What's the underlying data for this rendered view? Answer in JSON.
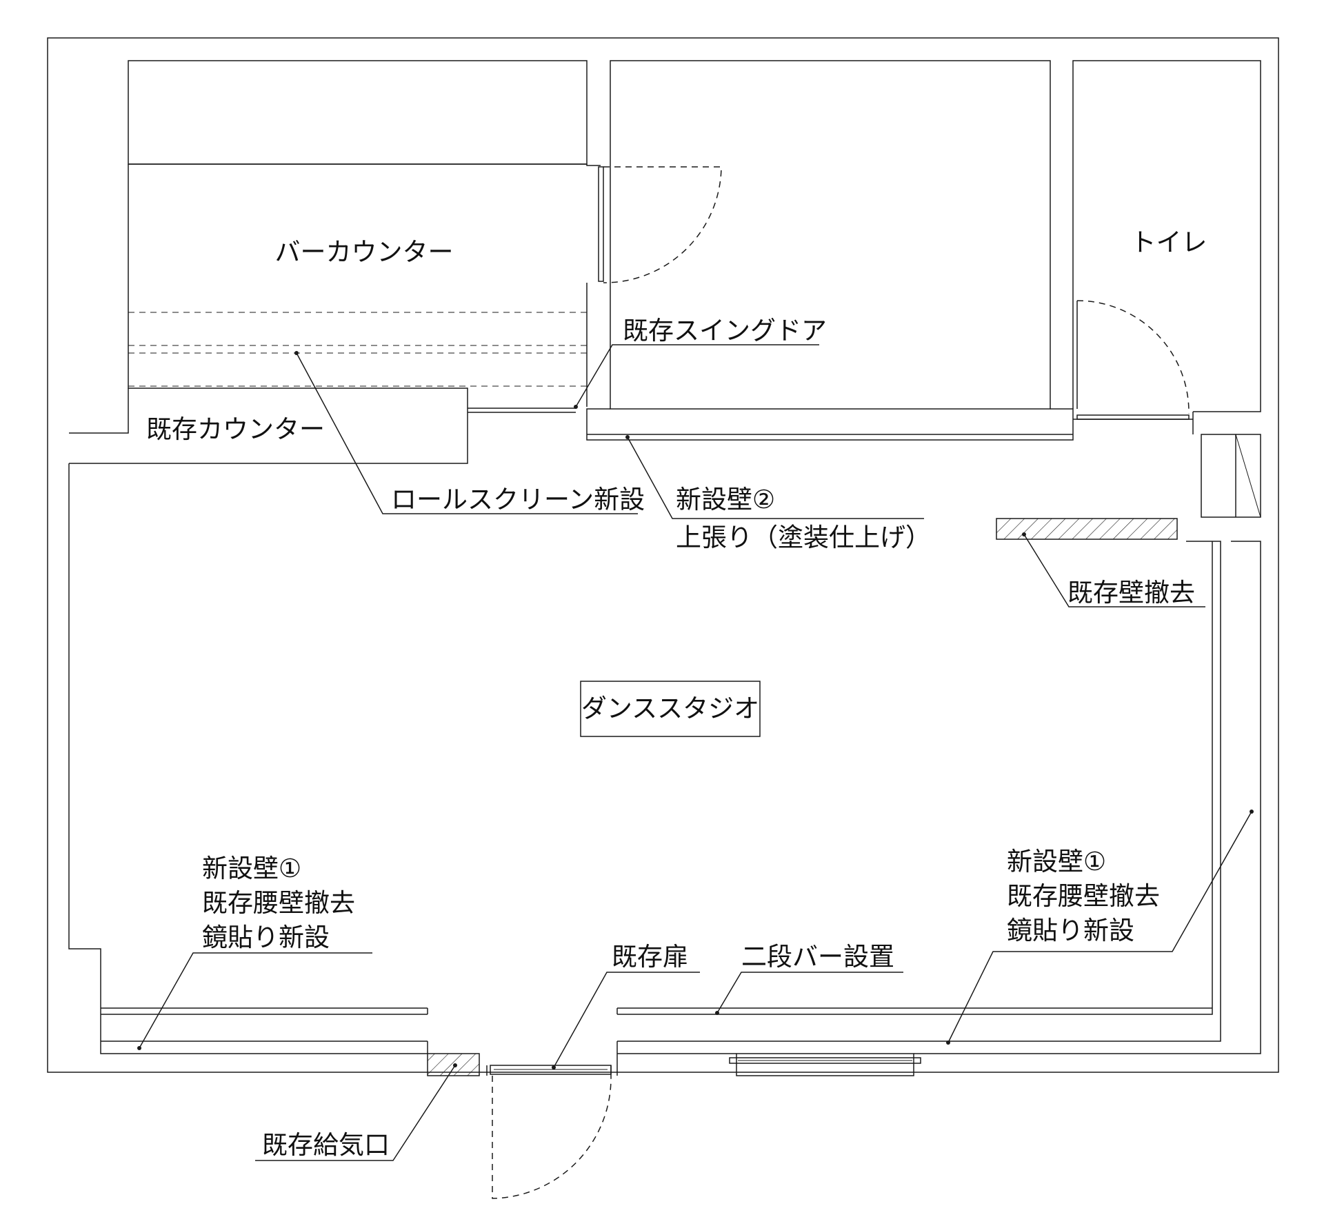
{
  "rooms": {
    "bar_counter": "バーカウンター",
    "toilet": "トイレ",
    "dance_studio": "ダンススタジオ"
  },
  "annotations": {
    "existing_swing_door": "既存スイングドア",
    "existing_counter": "既存カウンター",
    "roll_screen_new": "ロールスクリーン新設",
    "new_wall_2_line1": "新設壁②",
    "new_wall_2_line2": "上張り（塗装仕上げ）",
    "existing_wall_removal": "既存壁撤去",
    "new_wall_1_left_line1": "新設壁①",
    "new_wall_1_left_line2": "既存腰壁撤去",
    "new_wall_1_left_line3": "鏡貼り新設",
    "new_wall_1_right_line1": "新設壁①",
    "new_wall_1_right_line2": "既存腰壁撤去",
    "new_wall_1_right_line3": "鏡貼り新設",
    "existing_door": "既存扉",
    "two_step_bar": "二段バー設置",
    "existing_air_inlet": "既存給気口"
  }
}
